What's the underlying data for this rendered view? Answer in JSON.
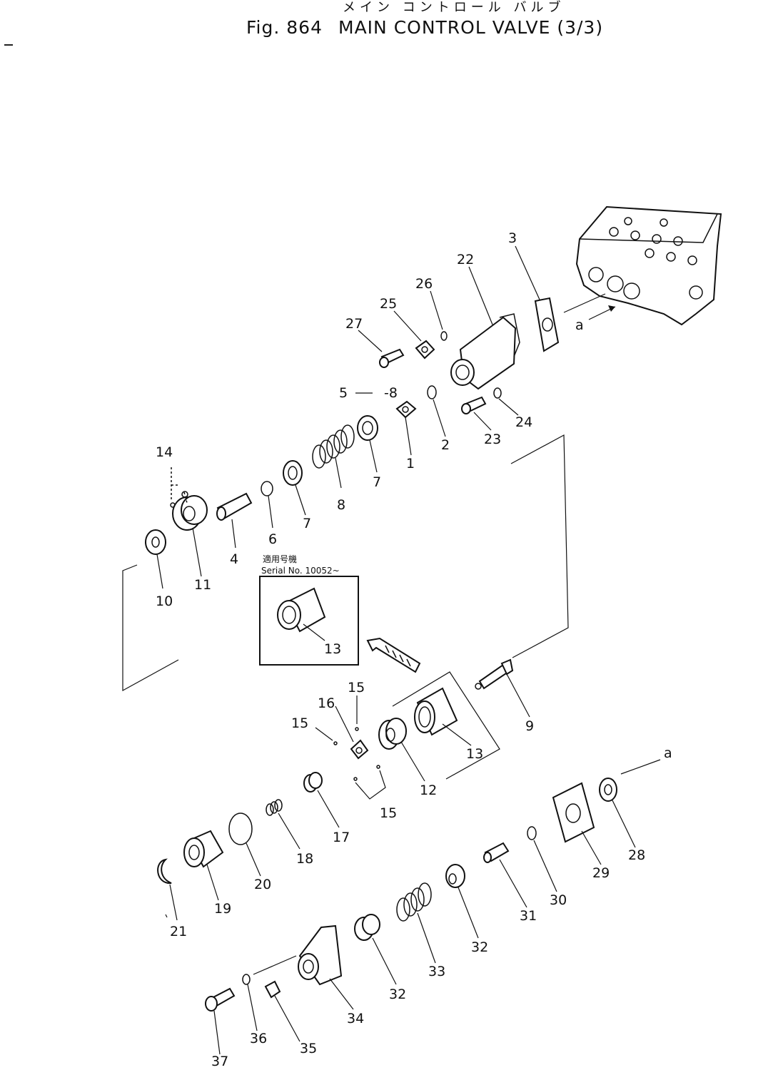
{
  "title": {
    "japanese": "メイン コントロール バルブ",
    "figure": "Fig. 864",
    "name": "MAIN CONTROL VALVE (3/3)"
  },
  "serial_note": {
    "japanese": "適用号機",
    "text": "Serial No. 10052~"
  },
  "reference_letter": "a",
  "part_labels": {
    "p1": "1",
    "p2": "2",
    "p3": "3",
    "p4": "4",
    "p5": "5",
    "p6": "6",
    "p7a": "7",
    "p7b": "7",
    "p8": "8",
    "p8b": "8",
    "p9": "9",
    "p10": "10",
    "p11": "11",
    "p12": "12",
    "p13a": "13",
    "p13b": "13",
    "p14": "14",
    "p15a": "15",
    "p15b": "15",
    "p15c": "15",
    "p16": "16",
    "p17": "17",
    "p18": "18",
    "p19": "19",
    "p20": "20",
    "p21": "21",
    "p22": "22",
    "p23": "23",
    "p24": "24",
    "p25": "25",
    "p26": "26",
    "p27": "27",
    "p28": "28",
    "p29": "29",
    "p30": "30",
    "p31": "31",
    "p32a": "32",
    "p32b": "32",
    "p33": "33",
    "p34": "34",
    "p35": "35",
    "p36": "36",
    "p37": "37"
  }
}
